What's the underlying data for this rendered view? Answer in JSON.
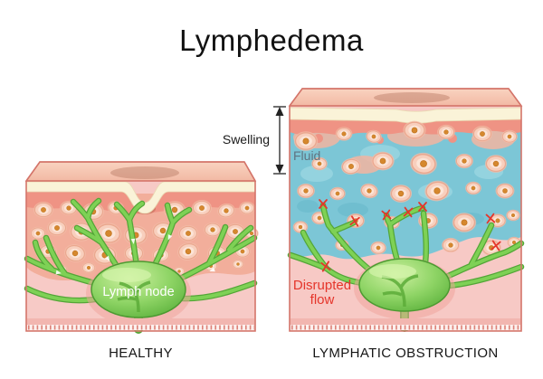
{
  "title": "Lymphedema",
  "healthy_panel": {
    "caption": "HEALTHY",
    "lymph_node_label": "Lymph node"
  },
  "obstruction_panel": {
    "caption": "LYMPHATIC OBSTRUCTION",
    "fluid_label": "Fluid",
    "disrupted_flow_label_line1": "Disrupted",
    "disrupted_flow_label_line2": "flow"
  },
  "swelling_annotation": {
    "label": "Swelling"
  },
  "colors": {
    "vessel_green": "#7ed155",
    "vessel_outline_green": "#53a637",
    "lymph_node_green": "#7cc94f",
    "fluid_blue": "#7cc6d6",
    "cell_fill_pink": "#f8cfbd",
    "cell_nucleus_orange": "#d5882e",
    "skin_pink": "#f7cac6",
    "dermis_salmon": "#f2ae9b",
    "epidermis_cream": "#faf3d8",
    "skin_band_red": "#ef9384",
    "panel_border_red": "#d4756a",
    "disrupted_flow_red": "#e5352b",
    "fluid_label_gray": "#5f7381",
    "text_black": "#1a1a1a"
  }
}
